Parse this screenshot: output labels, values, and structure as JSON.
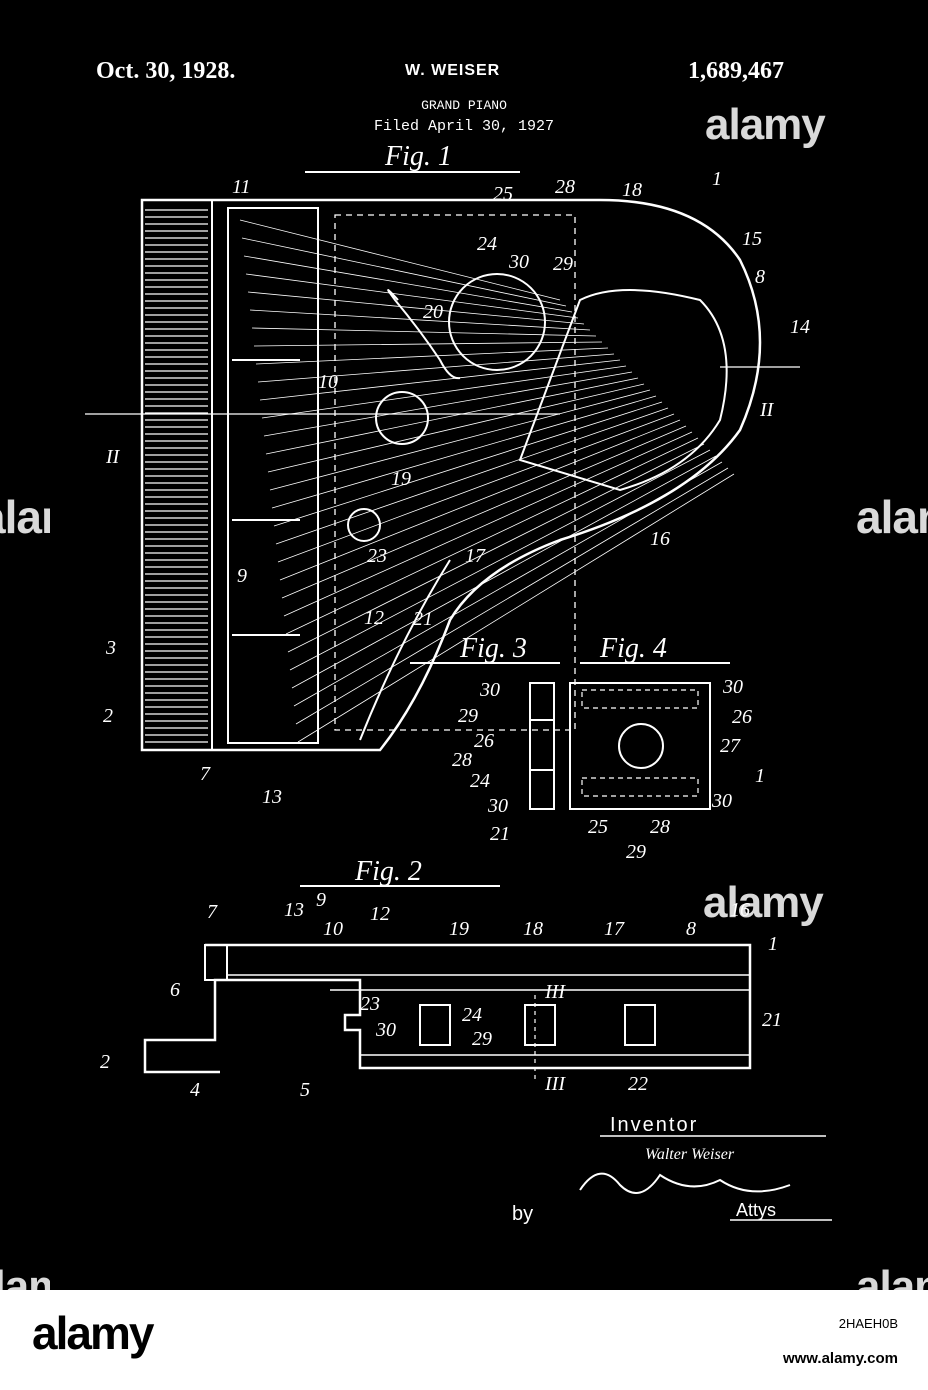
{
  "header": {
    "date": "Oct. 30, 1928.",
    "inventor": "W. WEISER",
    "patent_number": "1,689,467",
    "title": "GRAND PIANO",
    "filed": "Filed April 30, 1927"
  },
  "figures": {
    "fig1": "Fig. 1",
    "fig2": "Fig. 2",
    "fig3": "Fig. 3",
    "fig4": "Fig. 4"
  },
  "signature": {
    "inventor_label": "Inventor",
    "name": "Walter Weiser",
    "by": "by",
    "attys": "Attys"
  },
  "watermark": {
    "text": "alamy",
    "image_id": "2HAEH0B",
    "site": "www.alamy.com"
  },
  "colors": {
    "background": "#000000",
    "line": "#ffffff"
  }
}
